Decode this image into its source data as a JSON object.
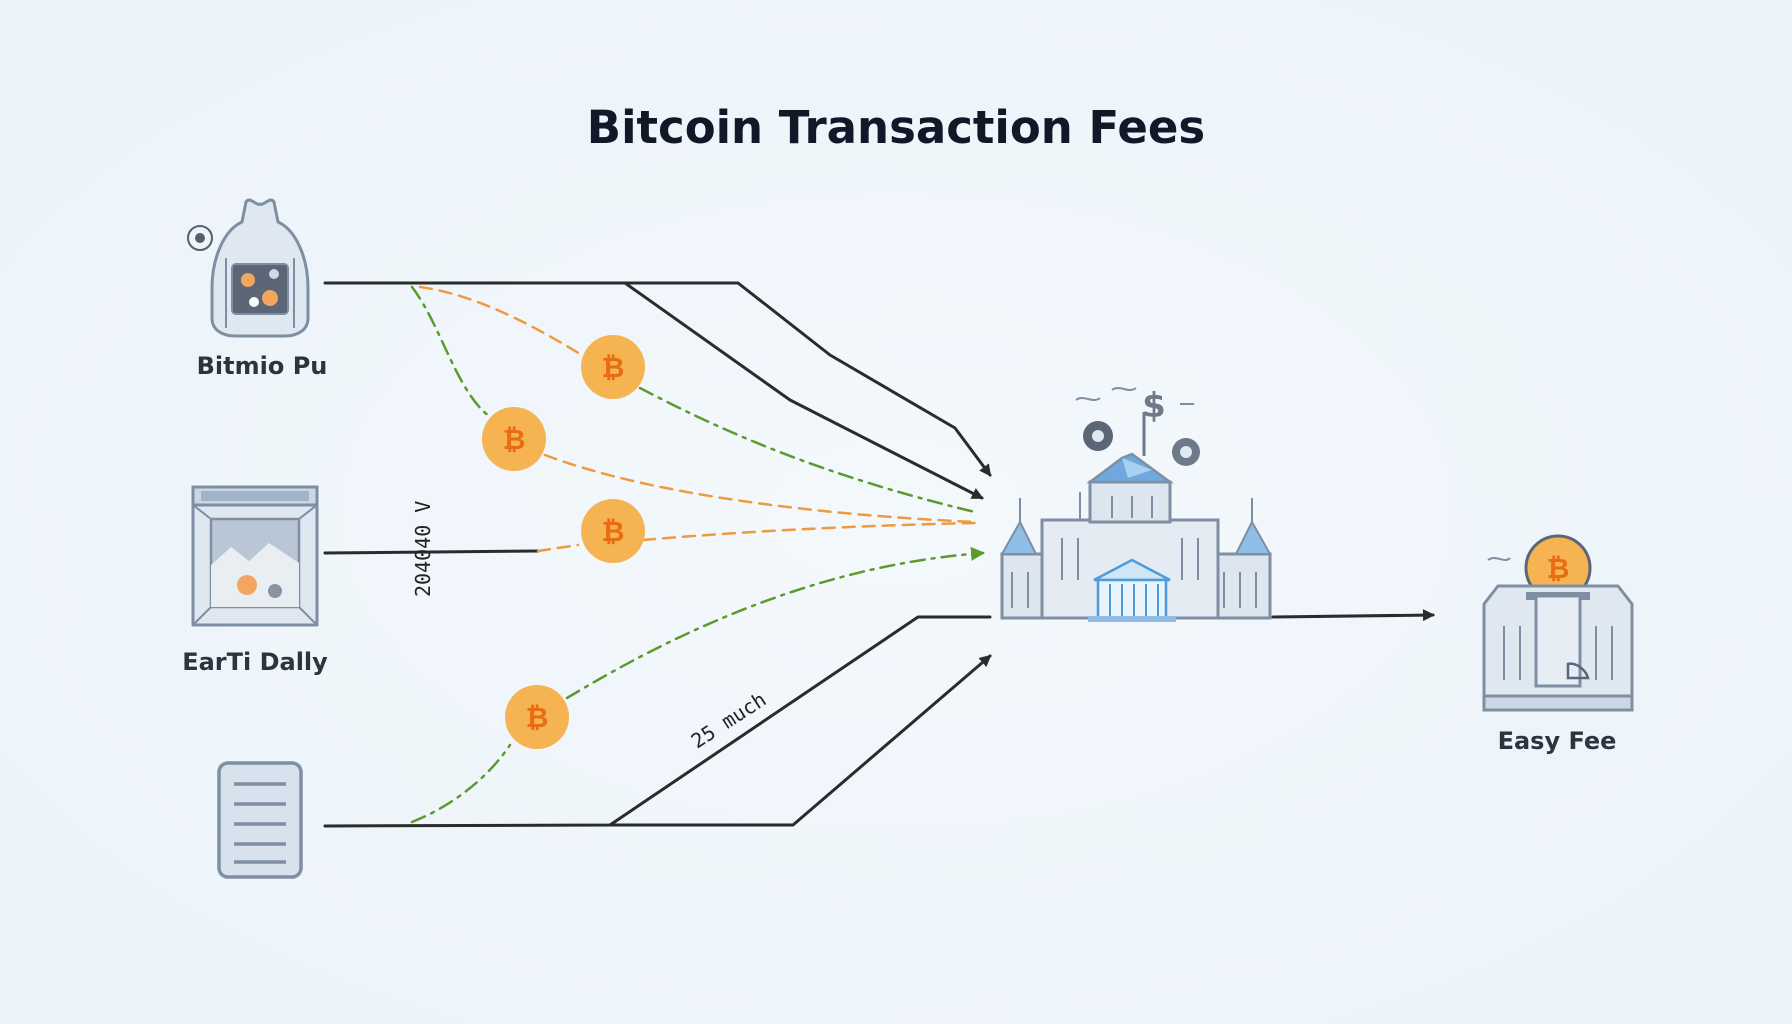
{
  "title": "Bitcoin Transaction Fees",
  "nodes": {
    "source_top": {
      "label": "Bitmio Pu",
      "icon": "jar-icon"
    },
    "source_middle": {
      "label": "EarTi Dally",
      "icon": "framed-picture-icon"
    },
    "source_bottom": {
      "label": "",
      "icon": "document-list-icon"
    },
    "hub": {
      "icon": "bank-building-icon",
      "symbol": "$"
    },
    "destination": {
      "label": "Easy Fee",
      "icon": "vault-box-icon"
    }
  },
  "annotations": {
    "vertical_text": "204040 V",
    "diagonal_text": "25 much"
  },
  "coins": [
    {
      "glyph": "₿"
    },
    {
      "glyph": "₿"
    },
    {
      "glyph": "₿"
    },
    {
      "glyph": "₿"
    },
    {
      "glyph": "₿"
    }
  ],
  "colors": {
    "coin_fill": "#f6b352",
    "coin_glyph": "#ea6c12",
    "green_path": "#5d9a2c",
    "orange_path": "#ef9a3c",
    "solid_path": "#2b2b2b",
    "building_blue": "#8fbde6",
    "icon_gray": "#7e8fa3"
  }
}
